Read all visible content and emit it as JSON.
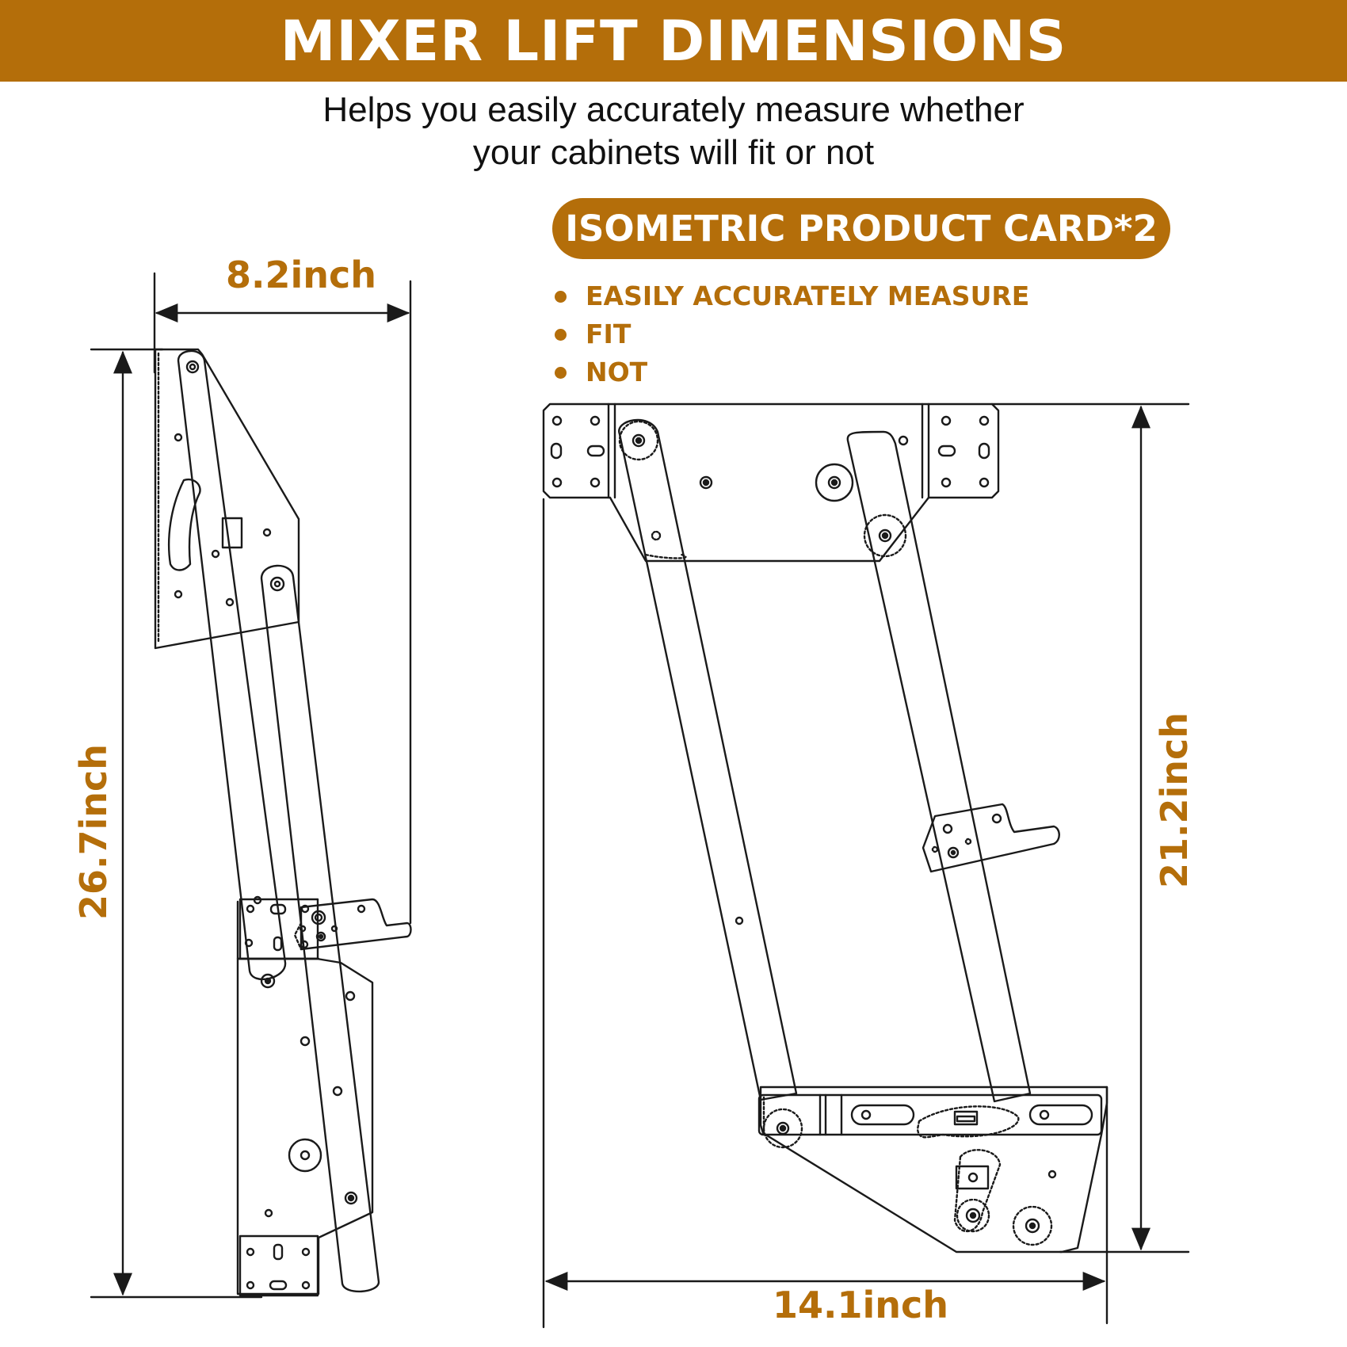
{
  "header": {
    "title": "MIXER LIFT DIMENSIONS"
  },
  "intro": {
    "line1": "Helps you easily accurately measure whether",
    "line2": "your cabinets will fit or not"
  },
  "card": {
    "title": "ISOMETRIC PRODUCT CARD*2",
    "bullets": [
      "EASILY ACCURATELY MEASURE",
      "FIT",
      "NOT"
    ]
  },
  "dimensions": {
    "left_width": "8.2inch",
    "left_height": "26.7inch",
    "right_height": "21.2inch",
    "right_width": "14.1inch"
  },
  "colors": {
    "accent": "#B46E0A",
    "line": "#1a1a1a"
  }
}
